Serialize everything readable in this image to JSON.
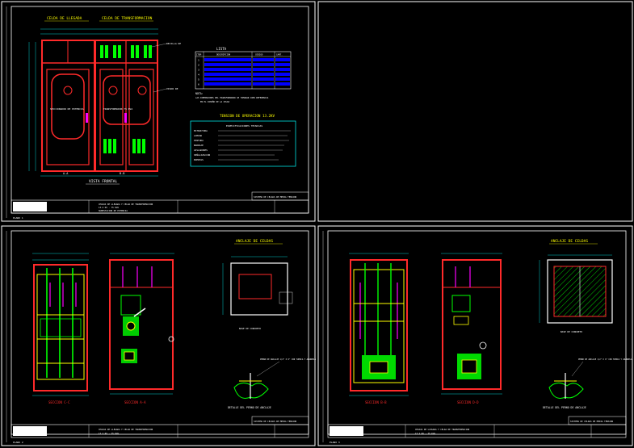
{
  "colors": {
    "background": "#000000",
    "frame": "#ffffff",
    "cabinet": "#ff2a2a",
    "component": "#00ff00",
    "dimension": "#00ffff",
    "table_fill": "#0000ff",
    "panel": "#ffff00",
    "accent": "#ff00ff"
  },
  "sheet1": {
    "view_titles": [
      "CELDA DE LLEGADA",
      "CELDA DE TRANSFORMACION"
    ],
    "left_cell_label": "SECCIONADOR DE POTENCIA",
    "right_cell_label": "TRANSFORMADOR 75 KVA",
    "view_caption": "VISTA FRONTAL",
    "dim_a": "A-A",
    "dim_b": "B-B",
    "list_title": "LISTA",
    "table_headers": [
      "ITEM",
      "DESCRIPCION",
      "CODIGO",
      "CANT."
    ],
    "table_rows": [
      "1",
      "2",
      "3",
      "4",
      "5",
      "6",
      "7"
    ],
    "notes_title": "NOTA:",
    "notes_line1": "LAS DIMENSIONES DEL TRANSFORMADOR SE TOMARAN COMO REFERENCIA",
    "notes_line2": "EN EL DISEÑO DE LA CELDA",
    "operation_title": "TENSION DE OPERACION 13.2KV",
    "spec_title": "ESPECIFICACIONES TECNICAS",
    "spec_labels": [
      "ESTRUCTURA",
      "LAMINA",
      "PINTURA",
      "BARRAJE",
      "AISLADORES",
      "SEÑALIZACION",
      "PUERTAS"
    ],
    "footer_title": "SISTEMA DE CELDAS DE MEDIA TENSION",
    "title_block_line1": "CELDAS DE LLEGADA Y CELDA DE TRANSFORMACION",
    "title_block_line2": "13.2 KV - 75 KVA",
    "title_block_line3": "SUBESTACION DE POTENCIA",
    "sheet_label": "PLANO 1"
  },
  "sheet2": {
    "header_title": "ANCLAJE DE CELDAS",
    "section_left": "SECCION C-C",
    "section_mid": "SECCION A-A",
    "detail_caption": "DETALLE DEL PERNO DE ANCLAJE",
    "base_label": "BASE DE CONCRETO",
    "anchor_note": "PERNO DE ANCLAJE 1/2\" X 6\" CON TUERCA Y ARANDELA",
    "footer_title": "SISTEMA DE CELDAS DE MEDIA TENSION",
    "title_block_line1": "CELDAS DE LLEGADA Y CELDA DE TRANSFORMACION",
    "title_block_line2": "13.2 KV - 75 KVA",
    "sheet_label": "PLANO 2"
  },
  "sheet3": {
    "header_title": "ANCLAJE DE CELDAS",
    "section_left": "SECCION B-B",
    "section_mid": "SECCION D-D",
    "detail_caption": "DETALLE DEL PERNO DE ANCLAJE",
    "base_label": "BASE DE CONCRETO",
    "anchor_note": "PERNO DE ANCLAJE 1/2\" X 6\" CON TUERCA Y ARANDELA",
    "footer_title": "SISTEMA DE CELDAS DE MEDIA TENSION",
    "title_block_line1": "CELDAS DE LLEGADA Y CELDA DE TRANSFORMACION",
    "title_block_line2": "13.2 KV - 75 KVA",
    "sheet_label": "PLANO 3"
  }
}
